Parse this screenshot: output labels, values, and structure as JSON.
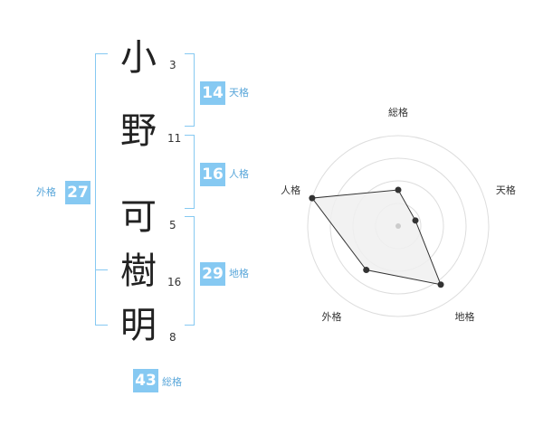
{
  "name": {
    "chars": [
      {
        "char": "小",
        "strokes": "3"
      },
      {
        "char": "野",
        "strokes": "11"
      },
      {
        "char": "可",
        "strokes": "5"
      },
      {
        "char": "樹",
        "strokes": "16"
      },
      {
        "char": "明",
        "strokes": "8"
      }
    ]
  },
  "kaku": {
    "tenkaku": {
      "value": "14",
      "label": "天格"
    },
    "jinkaku": {
      "value": "16",
      "label": "人格"
    },
    "chikaku": {
      "value": "29",
      "label": "地格"
    },
    "gaikaku": {
      "value": "27",
      "label": "外格"
    },
    "soukaku": {
      "value": "43",
      "label": "総格"
    }
  },
  "chart_data": {
    "type": "radar",
    "axes": [
      "総格",
      "天格",
      "地格",
      "外格",
      "人格"
    ],
    "values": [
      2,
      1,
      4,
      3,
      5
    ],
    "rmax": 5,
    "rings": 4,
    "fill_color": "#f0f0f0",
    "line_color": "#333333"
  },
  "colors": {
    "accent": "#86c9f2",
    "label": "#5aa7da"
  }
}
